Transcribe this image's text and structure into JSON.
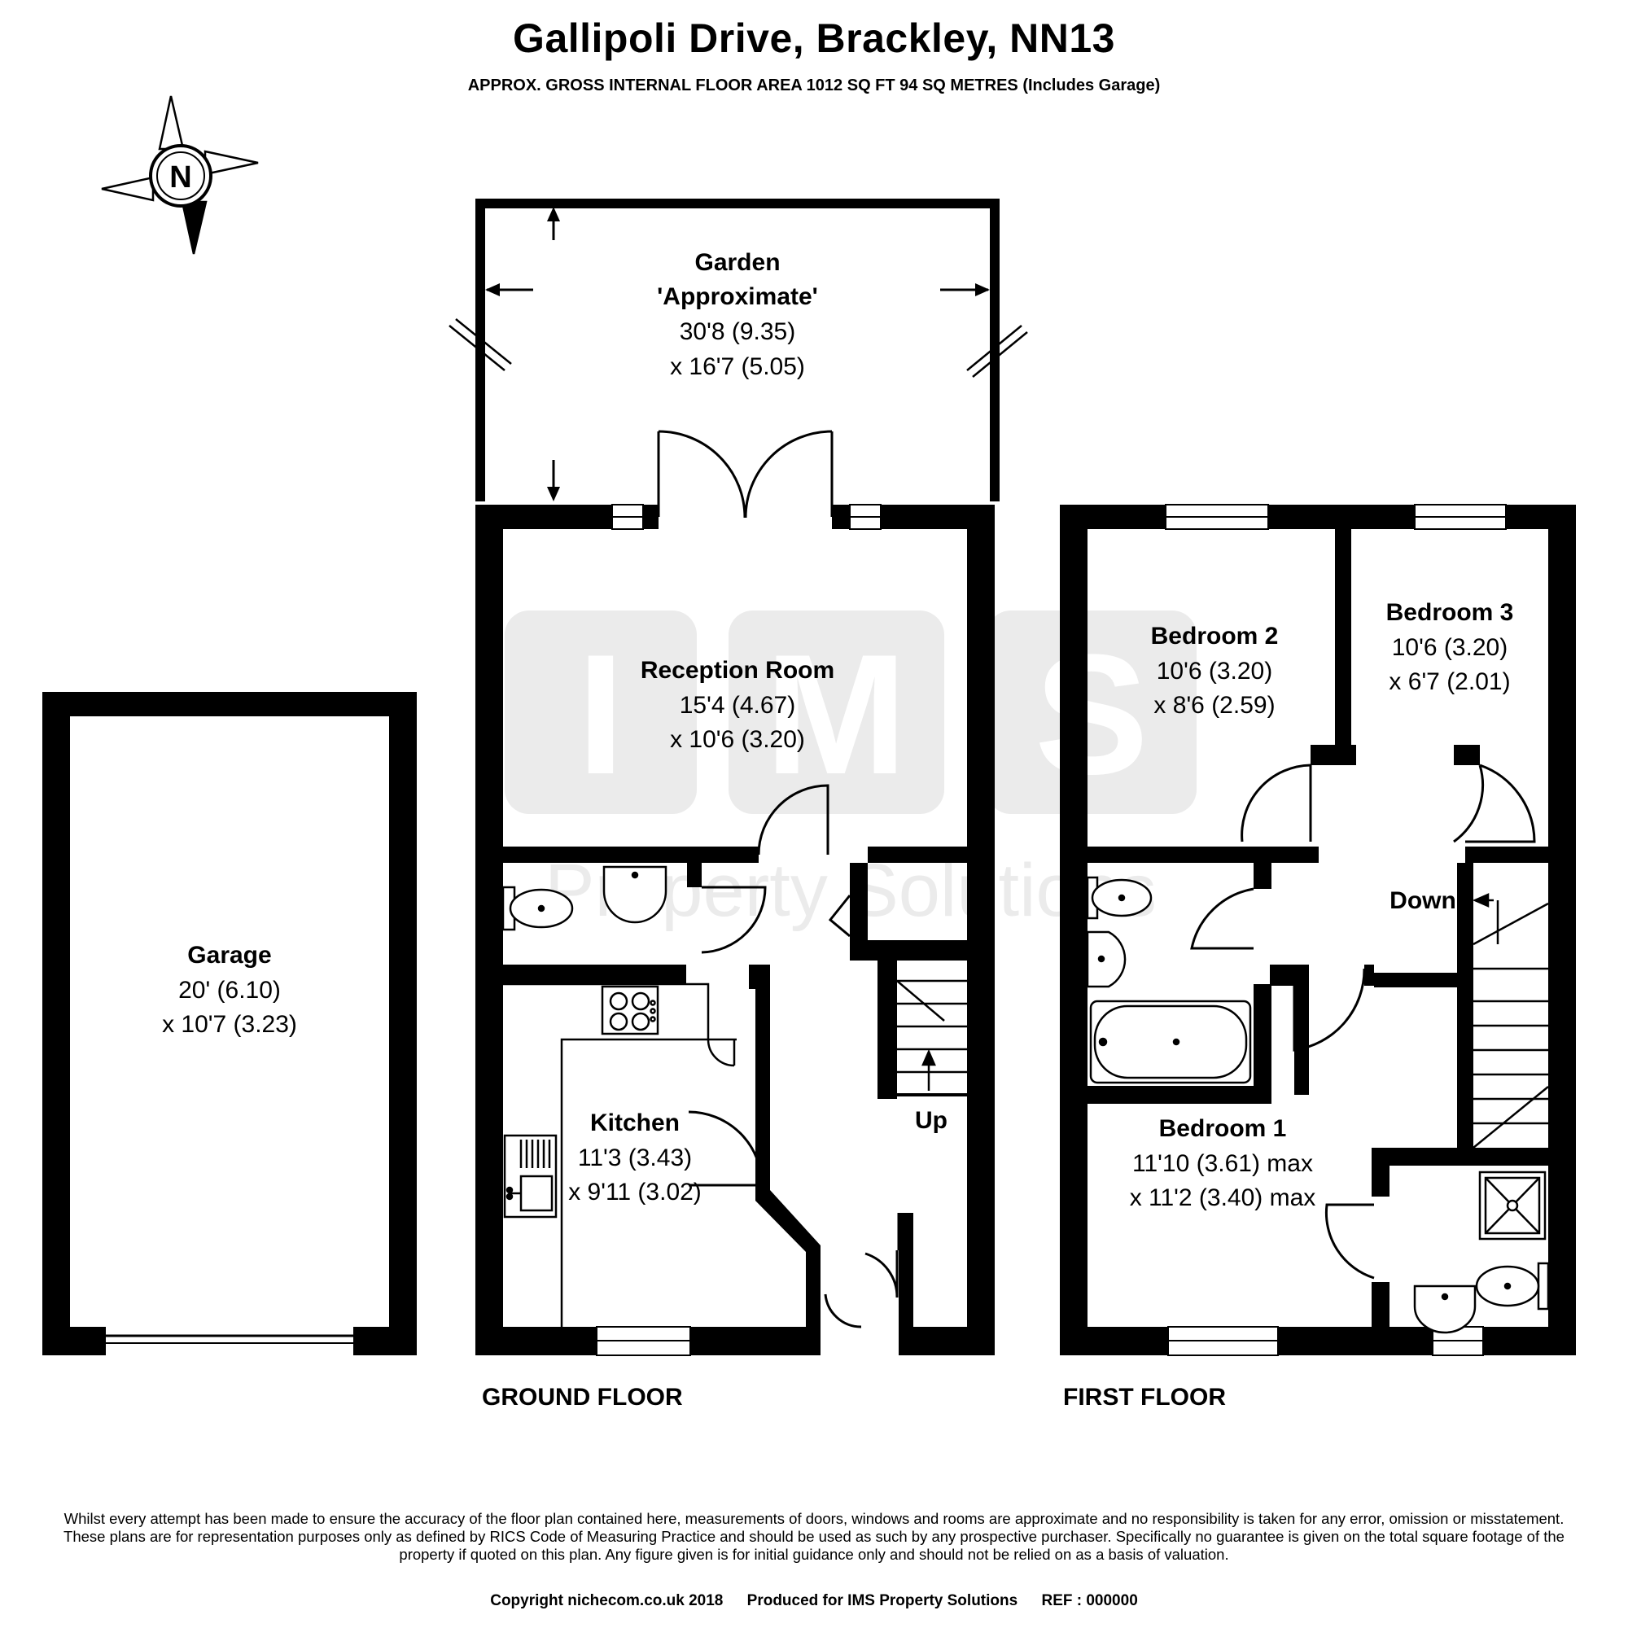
{
  "header": {
    "title": "Gallipoli Drive, Brackley, NN13",
    "subtitle": "APPROX. GROSS INTERNAL FLOOR AREA 1012 SQ FT 94 SQ METRES (Includes Garage)"
  },
  "compass": {
    "label": "N"
  },
  "watermark": {
    "letters": [
      "I",
      "M",
      "S"
    ],
    "text": "Property Solutions"
  },
  "rooms": {
    "garden": {
      "name": "Garden",
      "note": "'Approximate'",
      "dim1": "30'8 (9.35)",
      "dim2": "x 16'7 (5.05)"
    },
    "reception": {
      "name": "Reception Room",
      "dim1": "15'4 (4.67)",
      "dim2": "x 10'6 (3.20)"
    },
    "garage": {
      "name": "Garage",
      "dim1": "20' (6.10)",
      "dim2": "x 10'7 (3.23)"
    },
    "kitchen": {
      "name": "Kitchen",
      "dim1": "11'3 (3.43)",
      "dim2": "x 9'11 (3.02)"
    },
    "bedroom1": {
      "name": "Bedroom 1",
      "dim1": "11'10 (3.61) max",
      "dim2": "x 11'2 (3.40) max"
    },
    "bedroom2": {
      "name": "Bedroom 2",
      "dim1": "10'6 (3.20)",
      "dim2": "x 8'6 (2.59)"
    },
    "bedroom3": {
      "name": "Bedroom 3",
      "dim1": "10'6 (3.20)",
      "dim2": "x 6'7 (2.01)"
    }
  },
  "stairs": {
    "up": "Up",
    "down": "Down"
  },
  "floors": {
    "ground": "GROUND FLOOR",
    "first": "FIRST FLOOR"
  },
  "disclaimer": "Whilst every attempt has been made to ensure the accuracy of the floor plan contained here, measurements of doors, windows and rooms are approximate and no responsibility is taken for any error, omission or misstatement. These plans are for representation purposes only as defined by RICS Code of Measuring Practice and should be used as such by any prospective purchaser. Specifically no guarantee is given on the total square footage of the property if quoted on this plan. Any figure given is for initial guidance only and should not be relied on as a basis of valuation.",
  "footer": {
    "copyright": "Copyright nichecom.co.uk 2018",
    "produced": "Produced for IMS Property Solutions",
    "ref": "REF : 000000"
  }
}
